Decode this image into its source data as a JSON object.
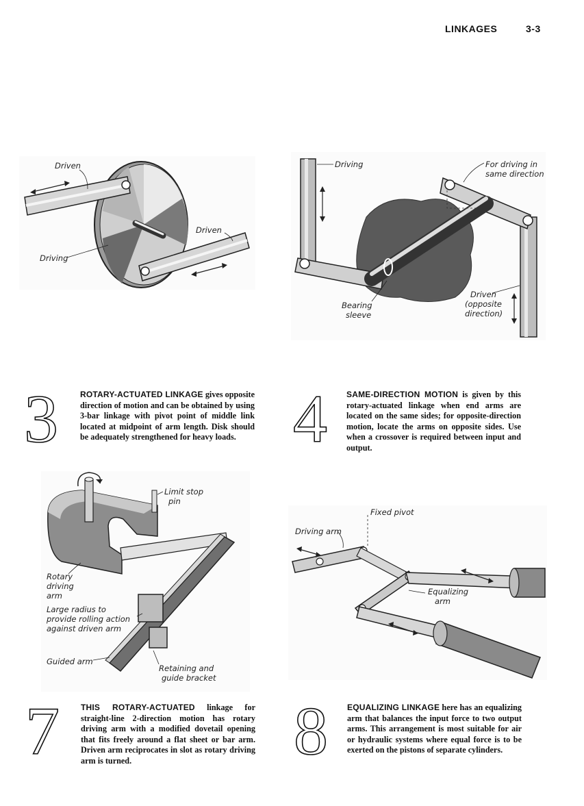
{
  "header": {
    "title": "LINKAGES",
    "page": "3-3"
  },
  "figures": {
    "fig3": {
      "labels": {
        "driven_top": "Driven",
        "driven_right": "Driven",
        "driving": "Driving"
      }
    },
    "fig4": {
      "labels": {
        "driving": "Driving",
        "same_1": "For driving in",
        "same_2": "same direction",
        "bearing_1": "Bearing",
        "bearing_2": "sleeve",
        "driven_1": "Driven",
        "driven_2": "(opposite",
        "driven_3": "direction)"
      }
    },
    "fig7": {
      "labels": {
        "limit_1": "Limit stop",
        "limit_2": "pin",
        "rotary_1": "Rotary",
        "rotary_2": "driving",
        "rotary_3": "arm",
        "radius_1": "Large radius to",
        "radius_2": "provide rolling action",
        "radius_3": "against driven arm",
        "guided": "Guided arm",
        "retain_1": "Retaining and",
        "retain_2": "guide bracket"
      }
    },
    "fig8": {
      "labels": {
        "fixed_pivot": "Fixed pivot",
        "driving_arm": "Driving arm",
        "equal_1": "Equalizing",
        "equal_2": "arm"
      }
    }
  },
  "items": [
    {
      "number": "3",
      "lead": "ROTARY-ACTUATED LINKAGE",
      "text": " gives opposite direction of motion and can be obtained by using 3-bar linkage with pivot point of middle link located at midpoint of arm length. Disk should be adequately strengthened for heavy loads."
    },
    {
      "number": "4",
      "lead": "SAME-DIRECTION MOTION",
      "text": " is given by this rotary-actuated linkage when end arms are located on the same sides; for opposite-direction motion, locate the arms on opposite sides. Use when a crossover is required between input and output."
    },
    {
      "number": "7",
      "lead": "THIS ROTARY-ACTUATED",
      "text": " linkage for straight-line 2-direction motion has rotary driving arm with a modified dovetail opening that fits freely around a flat sheet or bar arm. Driven arm reciprocates in slot as rotary driving arm is turned."
    },
    {
      "number": "8",
      "lead": "EQUALIZING LINKAGE",
      "text": " here has an equalizing arm that balances the input force to two output arms. This arrangement is most suitable for air or hydraulic systems where equal force is to be exerted on the pistons of separate cylinders."
    }
  ]
}
